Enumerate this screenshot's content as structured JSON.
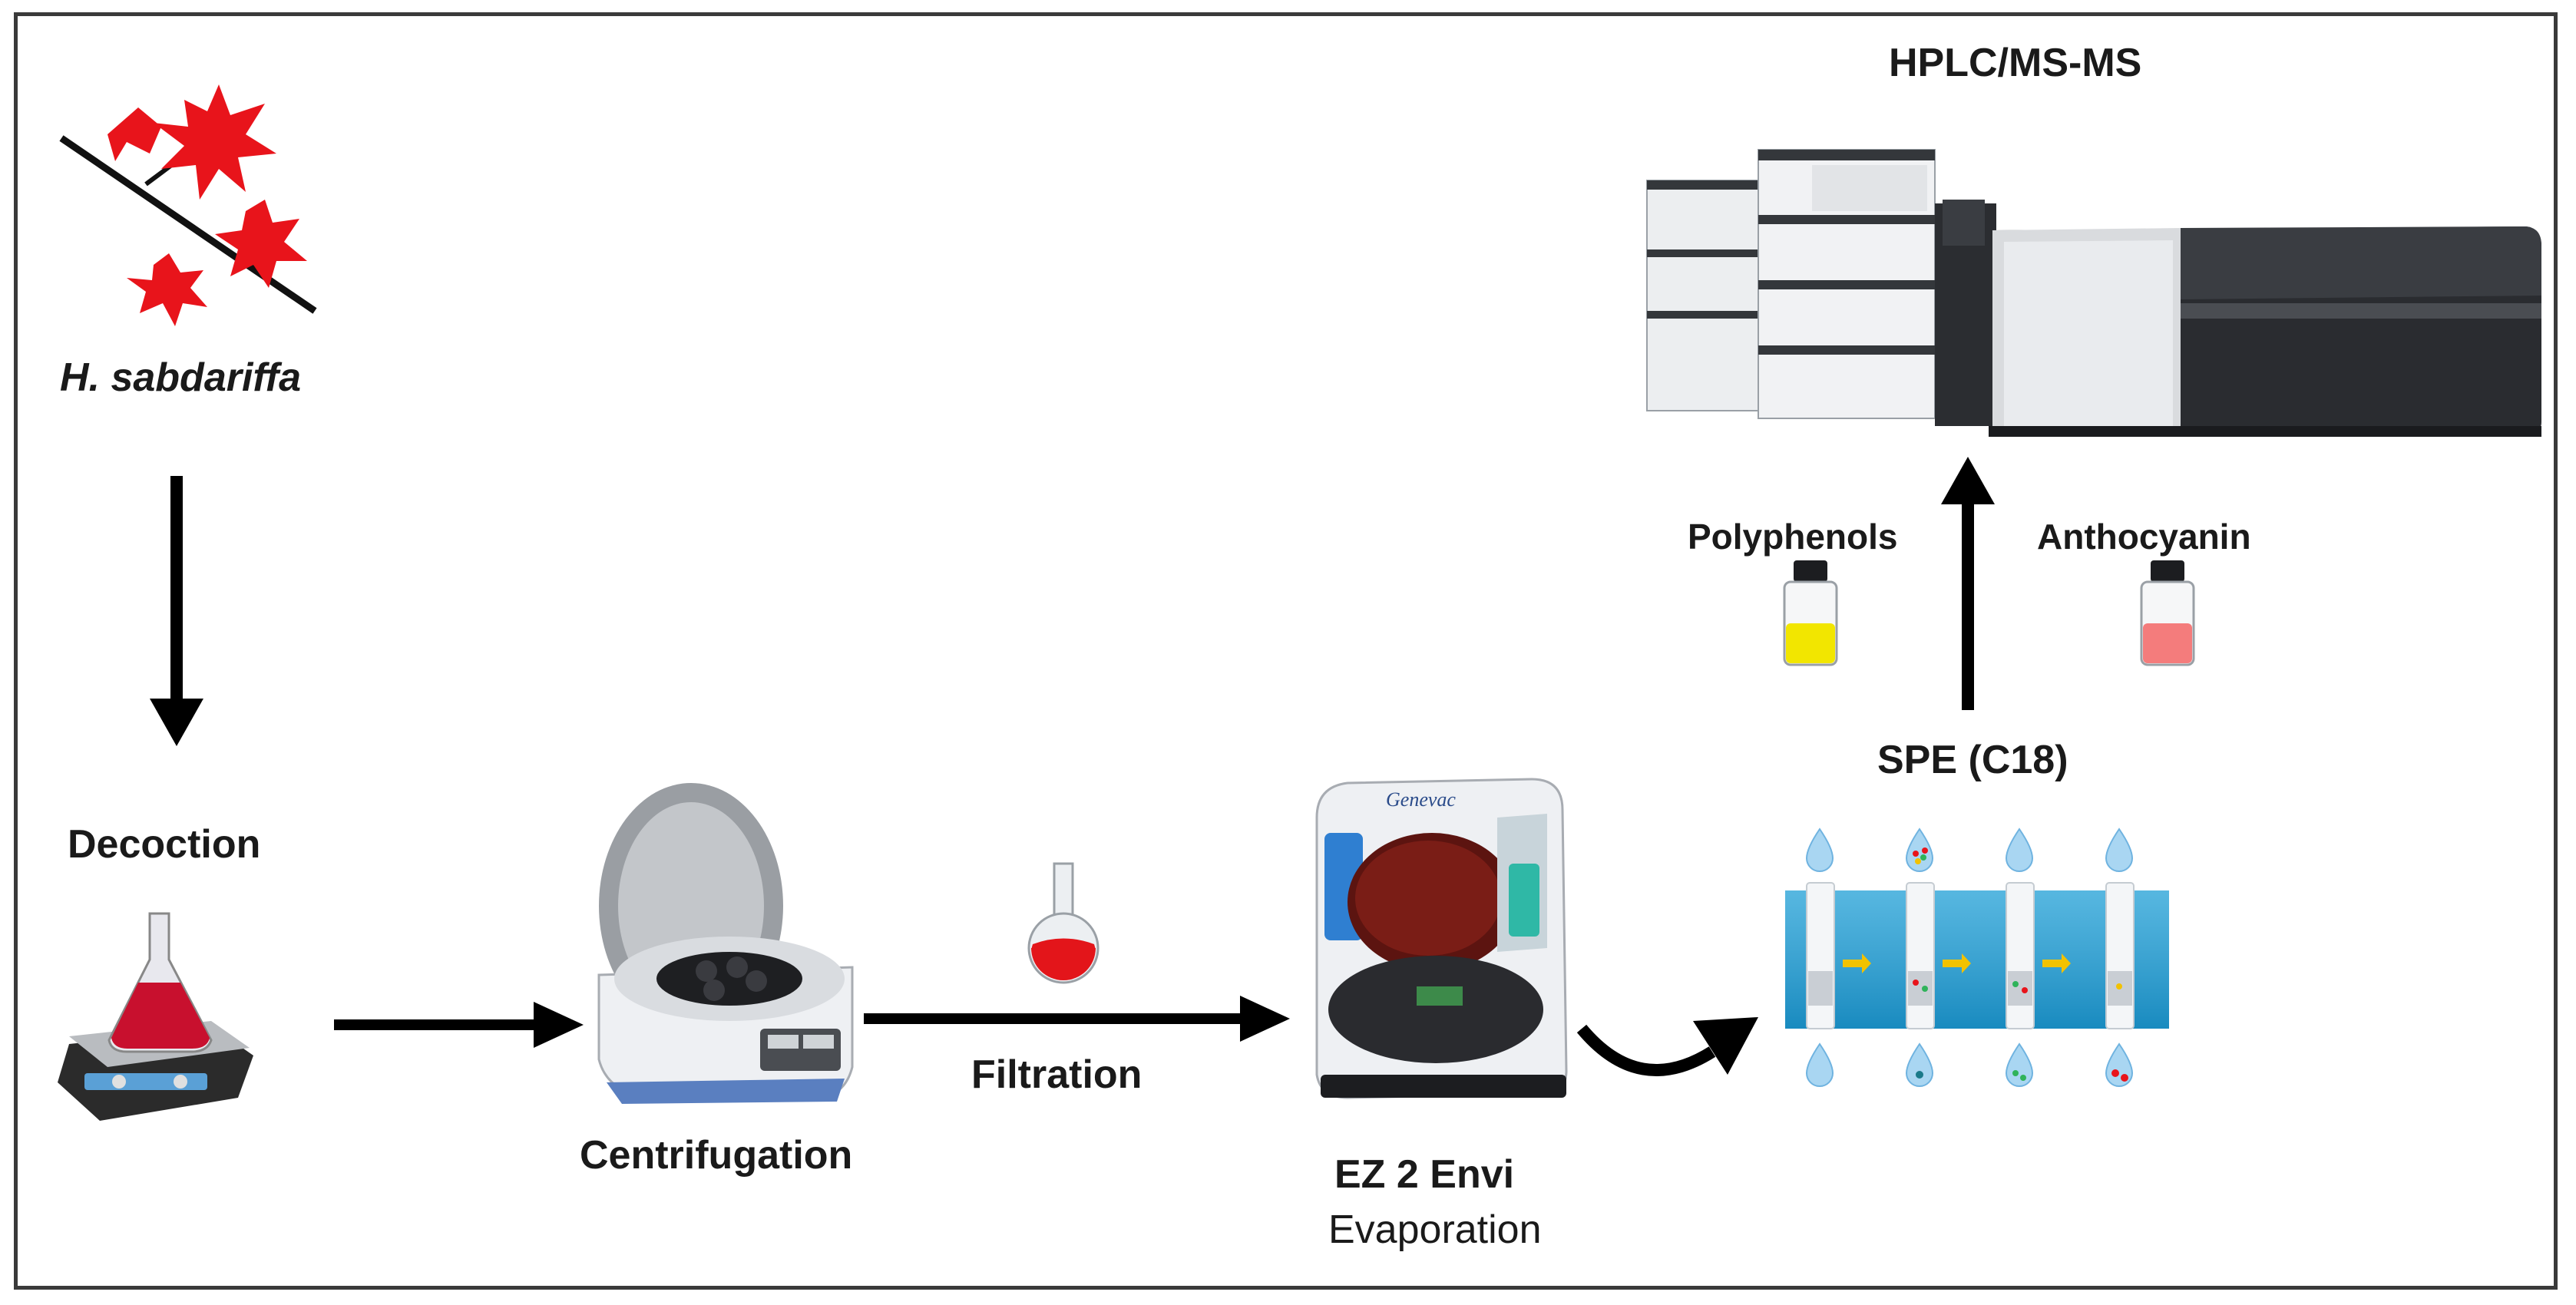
{
  "labels": {
    "plant": "H. sabdariffa",
    "decoction": "Decoction",
    "centrifugation": "Centrifugation",
    "filtration": "Filtration",
    "evaporator_name": "EZ 2 Envi",
    "evaporation": "Evaporation",
    "spe": "SPE (C18)",
    "polyphenols": "Polyphenols",
    "anthocyanin": "Anthocyanin",
    "hplc": "HPLC/MS-MS",
    "evaporator_brand": "Genevac"
  },
  "colors": {
    "plant_red": "#e8141b",
    "flask_red": "#c8102e",
    "vial_yellow": "#f2e600",
    "vial_pink": "#f47c7c",
    "spe_band": "#1f9fd6",
    "arrow": "#000000"
  }
}
